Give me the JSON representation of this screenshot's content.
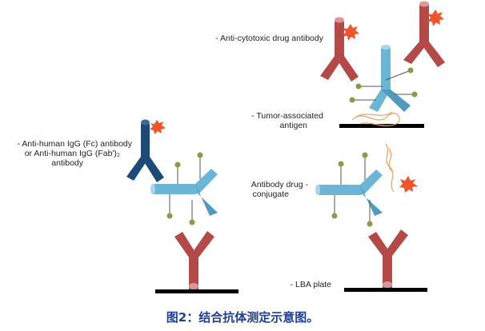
{
  "figure": {
    "labels": {
      "anti_cytotoxic": "- Anti-cytotoxic drug antibody",
      "tumor_antigen_line1": "- Tumor-associated",
      "tumor_antigen_line2": "antigen",
      "anti_human_line1": "- Anti-human IgG (Fc) antibody",
      "anti_human_line2": "or Anti-human IgG (Fab')₂",
      "anti_human_line3": "antibody",
      "adc_line1": "Antibody drug -",
      "adc_line2": "conjugate",
      "lba_plate": "- LBA plate"
    },
    "caption": "图2：结合抗体测定示意图。"
  },
  "colors": {
    "red_antibody": "#b34a47",
    "red_tip": "#d9979a",
    "light_blue_antibody": "#6bb5d6",
    "dark_blue_antibody": "#1d4a78",
    "drug_linker": "#8a9a45",
    "payload_star": "#f0552a",
    "antigen_line": "#e8a45f",
    "plate": "#000000",
    "caption": "#1f3f95"
  }
}
